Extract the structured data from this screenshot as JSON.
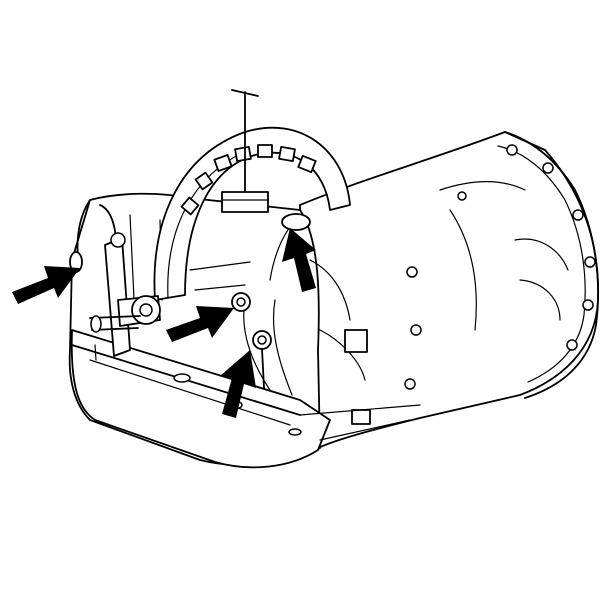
{
  "figure": {
    "subject": "automatic-transmission-assembly",
    "colors": {
      "line": "#000000",
      "background": "#ffffff",
      "arrow": "#000000"
    },
    "callouts": [
      {
        "id": "arrow-1",
        "icon": "arrow-icon",
        "points_to": "left-case-port"
      },
      {
        "id": "arrow-2",
        "icon": "arrow-icon",
        "points_to": "side-fitting"
      },
      {
        "id": "arrow-3",
        "icon": "arrow-icon",
        "points_to": "lower-fitting"
      },
      {
        "id": "arrow-4",
        "icon": "arrow-icon",
        "points_to": "upper-case-port"
      }
    ]
  }
}
